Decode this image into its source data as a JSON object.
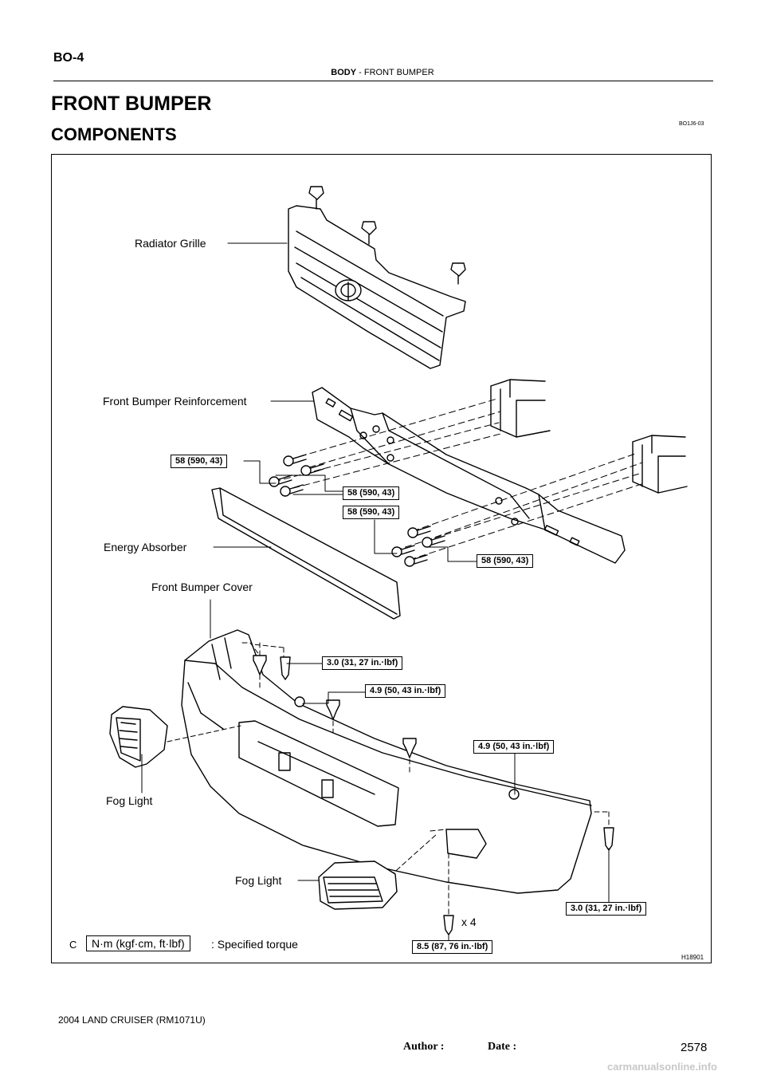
{
  "header": {
    "page_code": "BO-4",
    "section": "BODY",
    "separator": "-",
    "subsection": "FRONT BUMPER",
    "doc_code": "BO1J6-03"
  },
  "title": "FRONT BUMPER",
  "subtitle": "COMPONENTS",
  "labels": {
    "radiator_grille": "Radiator Grille",
    "reinforcement": "Front Bumper Reinforcement",
    "energy_absorber": "Energy Absorber",
    "bumper_cover": "Front Bumper Cover",
    "fog_light_left": "Fog Light",
    "fog_light_right": "Fog Light"
  },
  "torques": {
    "t1": "58 (590, 43)",
    "t2": "58 (590, 43)",
    "t3": "58 (590, 43)",
    "t4": "58 (590, 43)",
    "t5": "3.0 (31, 27 in.·lbf)",
    "t6": "4.9 (50, 43 in.·lbf)",
    "t7": "4.9 (50, 43 in.·lbf)",
    "t8": "3.0 (31, 27 in.·lbf)",
    "t9": "8.5 (87, 76 in.·lbf)"
  },
  "quantity": "x 4",
  "legend": {
    "marker": "C",
    "box": "N·m (kgf·cm, ft·lbf)",
    "text": ": Specified torque"
  },
  "figure_id": "H18901",
  "footer": {
    "model": "2004 LAND CRUISER   (RM1071U)",
    "author": "Author :",
    "date": "Date :",
    "page_number": "2578",
    "watermark": "carmanualsonline.info"
  }
}
